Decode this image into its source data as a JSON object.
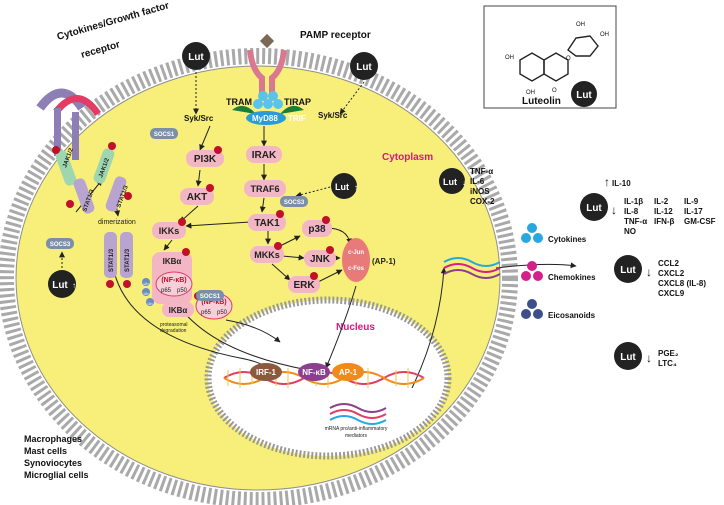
{
  "labels": {
    "receptor_cyto": "Cytokines/Growth factor receptor",
    "receptor_cyto_l1": "Cytokines/Growth factor",
    "receptor_cyto_l2": "receptor",
    "pamp": "PAMP receptor",
    "cytoplasm": "Cytoplasm",
    "nucleus": "Nucleus",
    "dimerization": "dimerization",
    "proteasomal_l1": "proteasomal",
    "proteasomal_l2": "degradation",
    "mrna_l1": "mRNA pro/anti-inflammatory",
    "mrna_l2": "mediators",
    "ap1_paren": "(AP-1)"
  },
  "lut": "Lut",
  "luteolin": {
    "name": "Luteolin",
    "oh": "OH",
    "o": "O"
  },
  "nodes": {
    "pi3k": "PI3K",
    "akt": "AKT",
    "ikks": "IKKs",
    "ikba1": "IKBα",
    "nfkb": "(NF-κB)",
    "p65": "p65",
    "p50": "p50",
    "ikba2": "IKBα",
    "irak": "IRAK",
    "traf6": "TRAF6",
    "tak1": "TAK1",
    "p38": "p38",
    "mkks": "MKKs",
    "jnk": "JNK",
    "erk": "ERK",
    "cjun": "c-Jun",
    "cfos": "c-Fos",
    "socs1_top": "SOCS1",
    "socs1_mid": "SOCS1",
    "socs3_left": "SOCS3",
    "socs3_right": "SOCS3",
    "jak12_a": "JAK1/2",
    "jak12_b": "JAK1/2",
    "stat13_a": "STAT1/3",
    "stat13_b": "STAT1/3",
    "stat13_c": "STAT1/3",
    "stat13_d": "STAT1/3",
    "tram": "TRAM",
    "tirap": "TIRAP",
    "myd88": "MyD88",
    "trif": "TRIF",
    "syk_left": "Syk/Src",
    "syk_right": "Syk/Src",
    "irf1": "IRF-1",
    "nfkb_tf": "NF-κB",
    "ap1_tf": "AP-1",
    "ub": "Ub"
  },
  "outputs": {
    "il10": "IL-10",
    "cyt_col1": [
      "IL-1β",
      "IL-8",
      "TNF-α",
      "NO"
    ],
    "cyt_col2": [
      "IL-2",
      "IL-12",
      "IFN-β"
    ],
    "cyt_col3": [
      "IL-9",
      "IL-17",
      "GM-CSF"
    ],
    "inner_list": [
      "TNF-α",
      "IL-6",
      "iNOS",
      "COX-2"
    ],
    "cytokines": "Cytokines",
    "chemokines": "Chemokines",
    "eicosanoids": "Eicosanoids",
    "chem_list": [
      "CCL2",
      "CXCL2",
      "CXCL8 (IL-8)",
      "CXCL9"
    ],
    "eico_list": [
      "PGE₂",
      "LTC₄"
    ]
  },
  "cells": [
    "Macrophages",
    "Mast cells",
    "Synoviocytes",
    "Microglial cells"
  ],
  "colors": {
    "cell_fill": "#f7ef7a",
    "membrane": "#a9a9a9",
    "node": "#f2b6c4",
    "red_dot": "#c0102b",
    "nucleus": "#ffffff",
    "cytoplasm_text": "#e0137f",
    "lut_fill": "#222222",
    "cytokine_blue": "#29a8e0",
    "chemokine_pink": "#d4208a",
    "eicosanoid_navy": "#3c4f8a",
    "irf_brown": "#8b5a3c",
    "nfkb_purple": "#8d3f8f",
    "ap1_orange": "#f08a1c",
    "socs_gray": "#7b8fa8",
    "stat_purple": "#b9a4cf"
  }
}
